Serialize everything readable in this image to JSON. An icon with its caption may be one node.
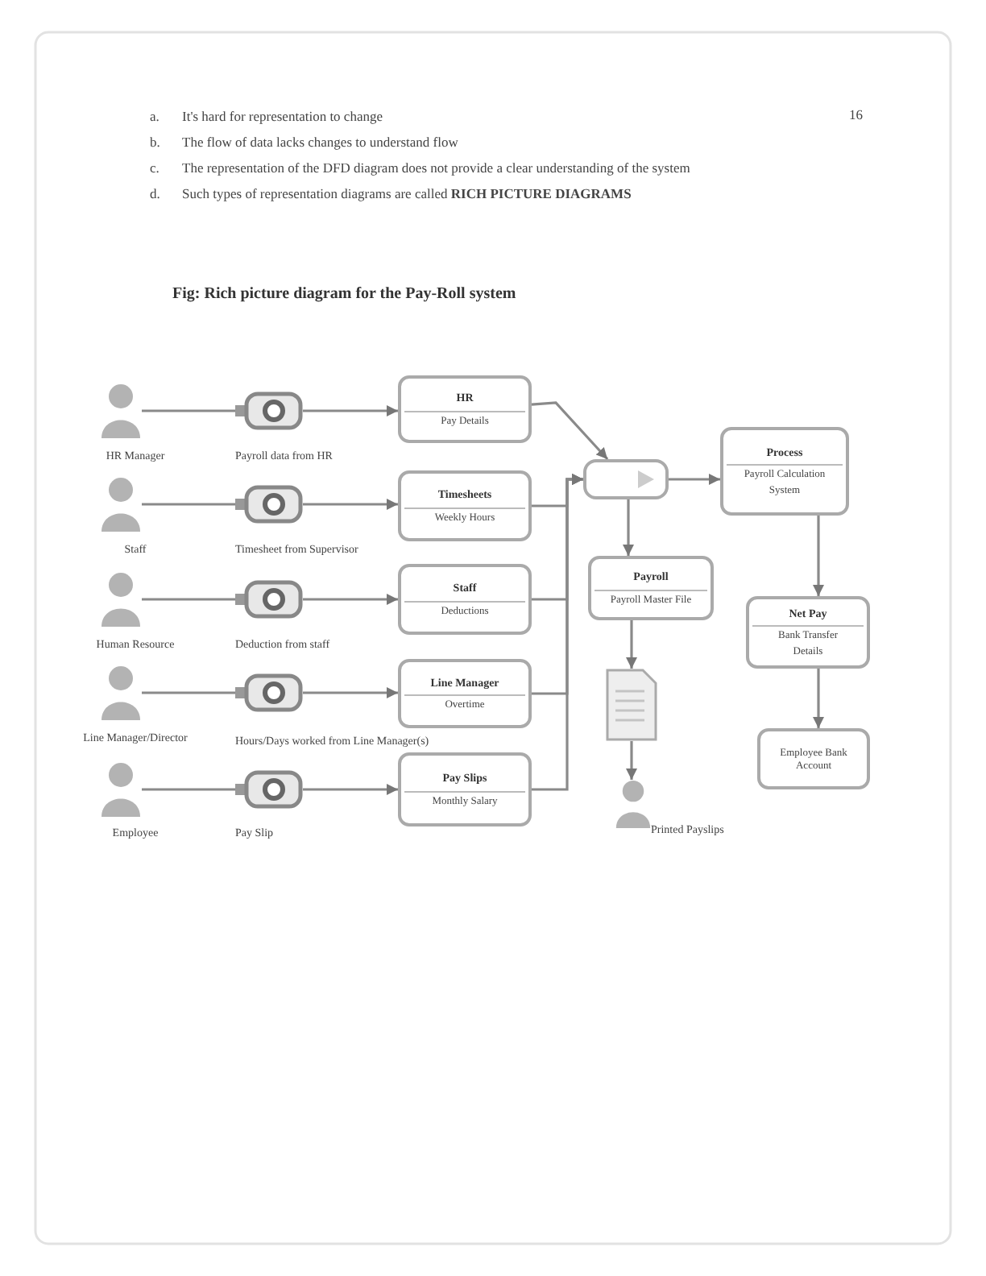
{
  "diagram": {
    "caption": "Fig: Rich picture diagram for the Pay-Roll system",
    "nodes": [
      {
        "text": [],
        "shape": "person",
        "beside": [
          "HR Manager"
        ]
      },
      {
        "text": [],
        "shape": "person",
        "beside": [
          "Staff"
        ]
      },
      {
        "text": [],
        "shape": "person",
        "beside": [
          "Human Resource"
        ]
      },
      {
        "text": [],
        "shape": "person",
        "beside": [
          "Line Manager/Director"
        ]
      },
      {
        "text": [],
        "shape": "person",
        "beside": [
          "Employee"
        ]
      },
      {
        "text": [],
        "shape": "picture",
        "beside": [
          "Payroll data from HR"
        ]
      },
      {
        "text": [],
        "shape": "picture",
        "beside": [
          "Timesheet from Supervisor"
        ]
      },
      {
        "text": [],
        "shape": "picture",
        "beside": [
          "Deduction from staff"
        ]
      },
      {
        "text": [],
        "shape": "picture"
      },
      {
        "text": [],
        "shape": "picture",
        "beside": [
          "Pay Slip"
        ]
      },
      {
        "text": [
          "HR",
          "Pay Details"
        ]
      },
      {
        "text": [
          "Timesheets",
          "Weekly Hours"
        ]
      },
      {
        "text": [
          "Staff",
          "Deductions"
        ]
      },
      {
        "text": [
          "Line Manager",
          "Overtime"
        ]
      },
      {
        "text": [
          "Pay Slips",
          "Monthly Salary"
        ]
      },
      {
        "text": [],
        "shape": "box"
      },
      {
        "text": [
          "Process",
          "Payroll Calculation",
          "System"
        ]
      },
      {
        "text": [
          "Payroll",
          "Payroll Master File"
        ]
      },
      {
        "text": [],
        "shape": "document"
      },
      {
        "text": [],
        "shape": "person",
        "beside": [
          "Printed Payslips"
        ]
      },
      {
        "text": [
          "Net Pay",
          "Bank Transfer",
          "Details"
        ]
      },
      {
        "text": [
          "Employee Bank Account"
        ]
      }
    ],
    "edges": [
      {
        "from": 0,
        "to": 5,
        "arrow": "none"
      },
      {
        "from": 1,
        "to": 6,
        "arrow": "none"
      },
      {
        "from": 2,
        "to": 7,
        "arrow": "none"
      },
      {
        "from": 3,
        "to": 8,
        "arrow": "none"
      },
      {
        "from": 4,
        "to": 9,
        "arrow": "none"
      },
      {
        "from": 5,
        "to": 10,
        "arrow": "to"
      },
      {
        "from": 6,
        "to": 11,
        "arrow": "to"
      },
      {
        "from": 7,
        "to": 12,
        "arrow": "to"
      },
      {
        "from": 8,
        "to": 13,
        "arrow": "to"
      },
      {
        "from": 9,
        "to": 14,
        "arrow": "to"
      },
      {
        "from": 10,
        "to": 15,
        "arrow": "to"
      },
      {
        "from": 11,
        "to": 15,
        "arrow": "to"
      },
      {
        "from": 12,
        "to": 15,
        "arrow": "to"
      },
      {
        "from": 13,
        "to": 15,
        "arrow": "to"
      },
      {
        "from": 14,
        "to": 15,
        "arrow": "to"
      },
      {
        "from": 15,
        "to": 16,
        "arrow": "to"
      },
      {
        "from": 15,
        "to": 17,
        "arrow": "to"
      },
      {
        "from": 17,
        "to": 18,
        "arrow": "to"
      },
      {
        "from": 18,
        "to": 19,
        "arrow": "to"
      },
      {
        "from": 16,
        "to": 20,
        "arrow": "to"
      },
      {
        "from": 20,
        "to": 21,
        "arrow": "to"
      }
    ],
    "labels": [
      "16",
      "a.",
      "It's hard for representation to change",
      "b.",
      "The flow of data lacks changes to understand flow",
      "c.",
      "The representation of the DFD diagram does not provide a clear understanding of the system",
      "d.",
      "Such types of representation diagrams are called **RICH PICTURE DIAGRAMS**",
      "Hours/Days worked from Line Manager(s)"
    ]
  }
}
